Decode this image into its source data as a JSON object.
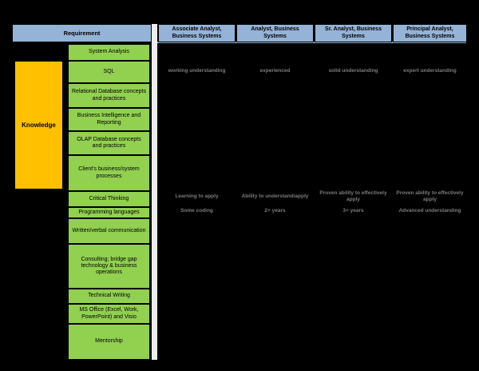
{
  "table": {
    "corner_header": "Requirement",
    "category_label": "Knowledge",
    "columns": [
      "Associate Analyst, Business Systems",
      "Analyst, Business Systems",
      "Sr. Analyst, Business Systems",
      "Principal Analyst, Business Systems"
    ],
    "requirements": [
      "System Analysis",
      "SQL",
      "Relational Database concepts and practices",
      "Business Intelligence and Reporting",
      "OLAP Database concepts and practices",
      "Client's business/system processes",
      "Critical Thinking",
      "Programming languages",
      "Written/verbal communication",
      "Consulting; bridge gap technology & business operations",
      "Technical Writing",
      "MS Office (Excel, Work, PowerPoint) and Visio",
      "Mentorship"
    ],
    "cells": {
      "sql": {
        "associate": "working understanding",
        "analyst": "experienced",
        "sr_analyst": "solid understanding",
        "principal": "expert understanding"
      },
      "critical_thinking": {
        "associate": "Learning to apply",
        "analyst": "Ability to understand/apply",
        "sr_analyst": "Proven ability to effectively apply",
        "principal": "Proven ability to effectively apply"
      },
      "programming_languages": {
        "associate": "Some coding",
        "analyst": "2+ years",
        "sr_analyst": "3+ years",
        "principal": "Advanced understanding"
      }
    }
  },
  "colors": {
    "background": "#000000",
    "header_bg": "#95B3D7",
    "requirement_bg": "#92D050",
    "category_bg": "#FFC000",
    "body_text": "#7C7C7C",
    "divider_strip": "#EDEDED"
  }
}
